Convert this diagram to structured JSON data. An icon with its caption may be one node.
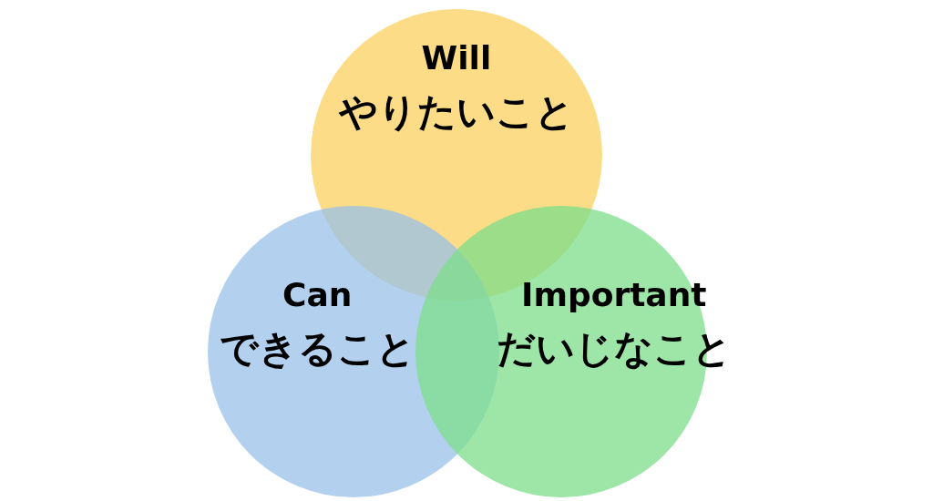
{
  "diagram": {
    "nodes": [
      {
        "text": [
          "Will",
          "やりたいこと"
        ]
      },
      {
        "text": [
          "Can",
          "できること"
        ]
      },
      {
        "text": [
          "Important",
          "だいじなこと"
        ]
      }
    ]
  }
}
